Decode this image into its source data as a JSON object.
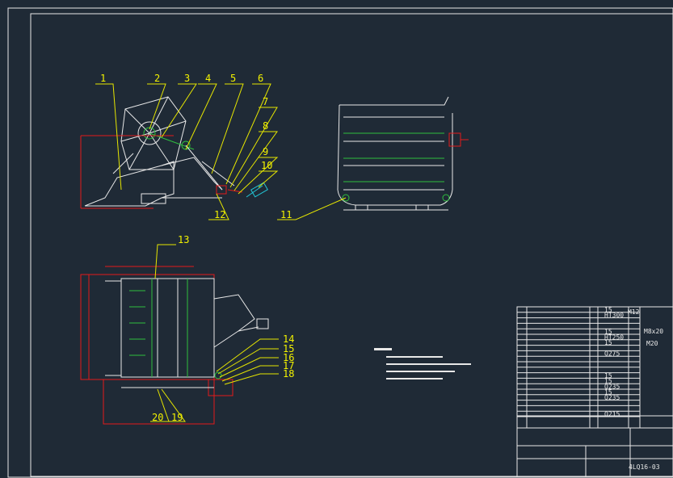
{
  "colors": {
    "background": "#1f2a36",
    "frame": "#e8e8e8",
    "leader": "#e6e600",
    "dimension": "#e31b1b",
    "part_green": "#2fbf3f",
    "part_cyan": "#22c6d6"
  },
  "callouts": [
    "1",
    "2",
    "3",
    "4",
    "5",
    "6",
    "7",
    "8",
    "9",
    "10",
    "11",
    "12",
    "13",
    "14",
    "15",
    "16",
    "17",
    "18",
    "19",
    "20"
  ],
  "title_block": {
    "drawing_number": "4LQ16-03",
    "materials": [
      "15",
      "HT300",
      "15",
      "HT250",
      "15",
      "Q275",
      "15",
      "15",
      "Q235",
      "15",
      "Q235",
      "Q215"
    ],
    "specs": [
      "M12",
      "M8x20",
      "M20"
    ]
  }
}
